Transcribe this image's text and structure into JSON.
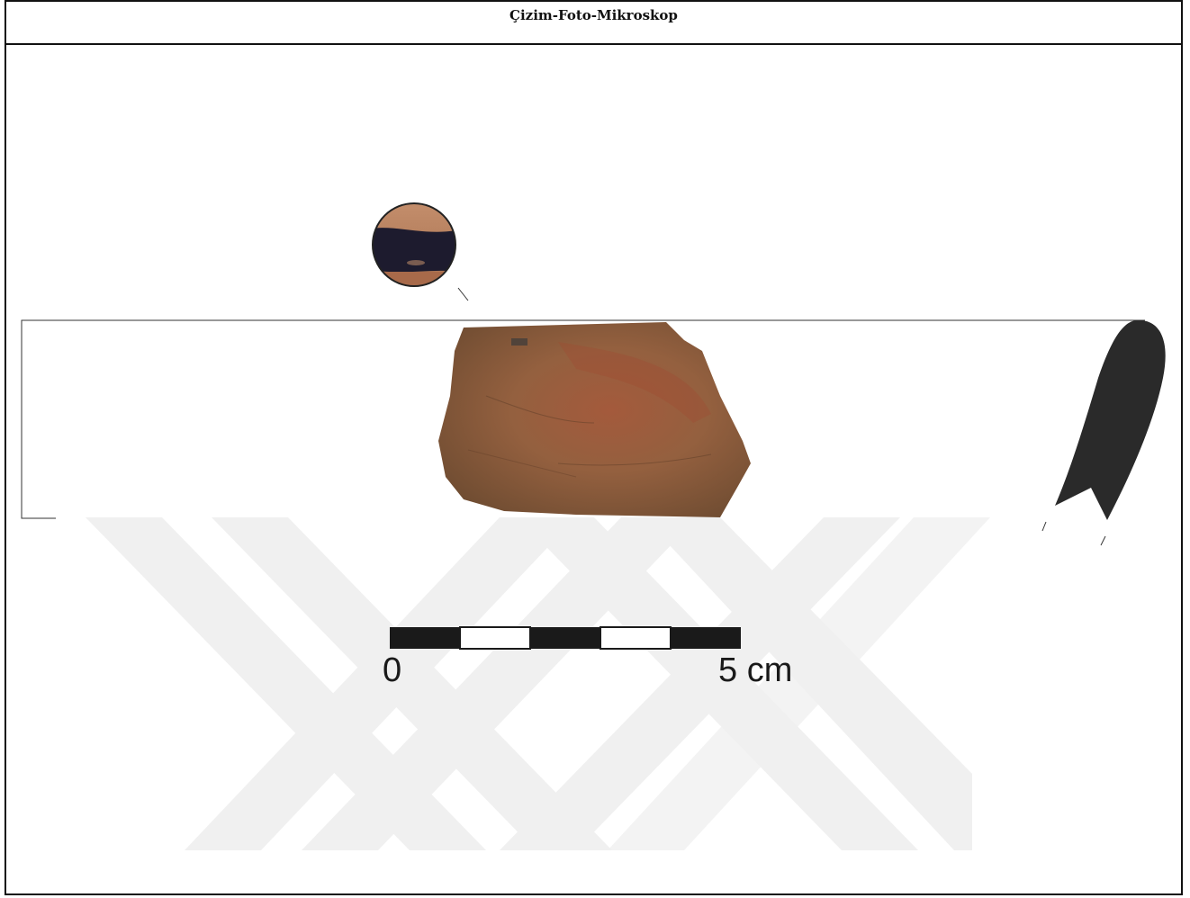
{
  "header": {
    "title": "Çizim-Foto-Mikroskop"
  },
  "scale_bar": {
    "start_label": "0",
    "end_label": "5 cm",
    "segments": 5
  },
  "colors": {
    "sherd_profile": "#2a2a2a",
    "watermark": "#efefef",
    "frame": "#111111"
  }
}
